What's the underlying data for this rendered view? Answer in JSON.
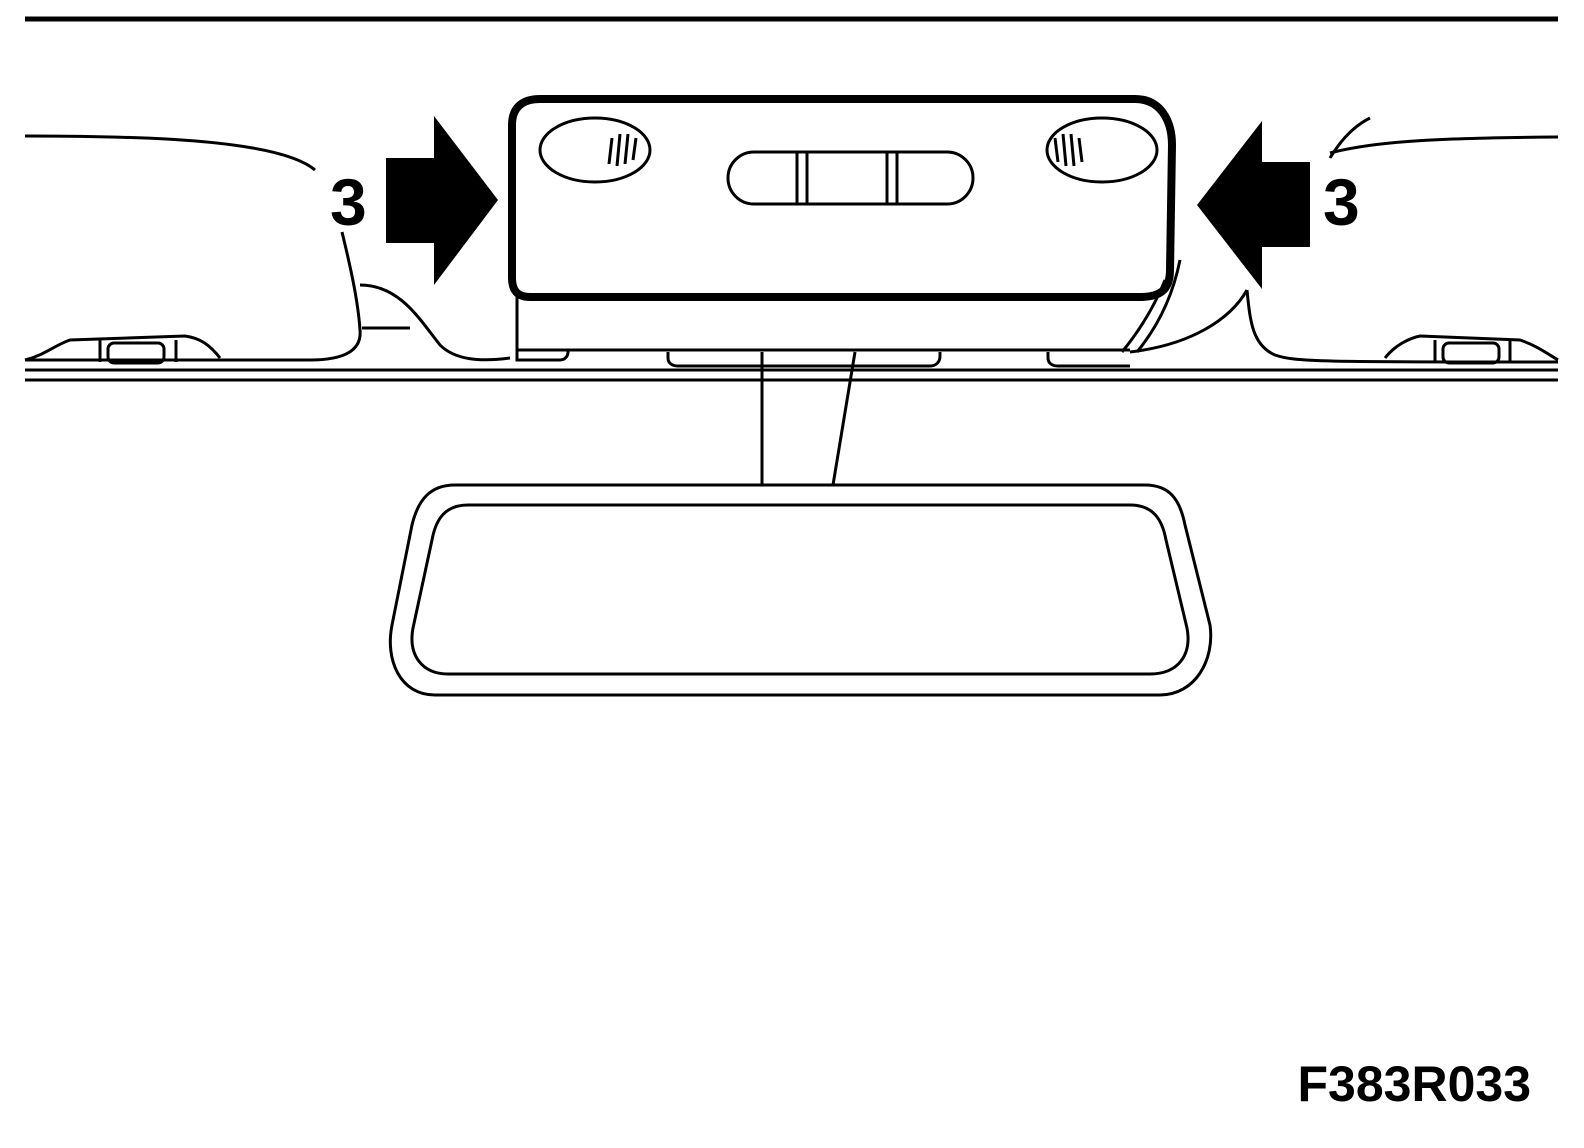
{
  "callouts": {
    "left": "3",
    "right": "3"
  },
  "figure_code": "F383R033",
  "colors": {
    "line": "#000000",
    "background": "#ffffff"
  }
}
